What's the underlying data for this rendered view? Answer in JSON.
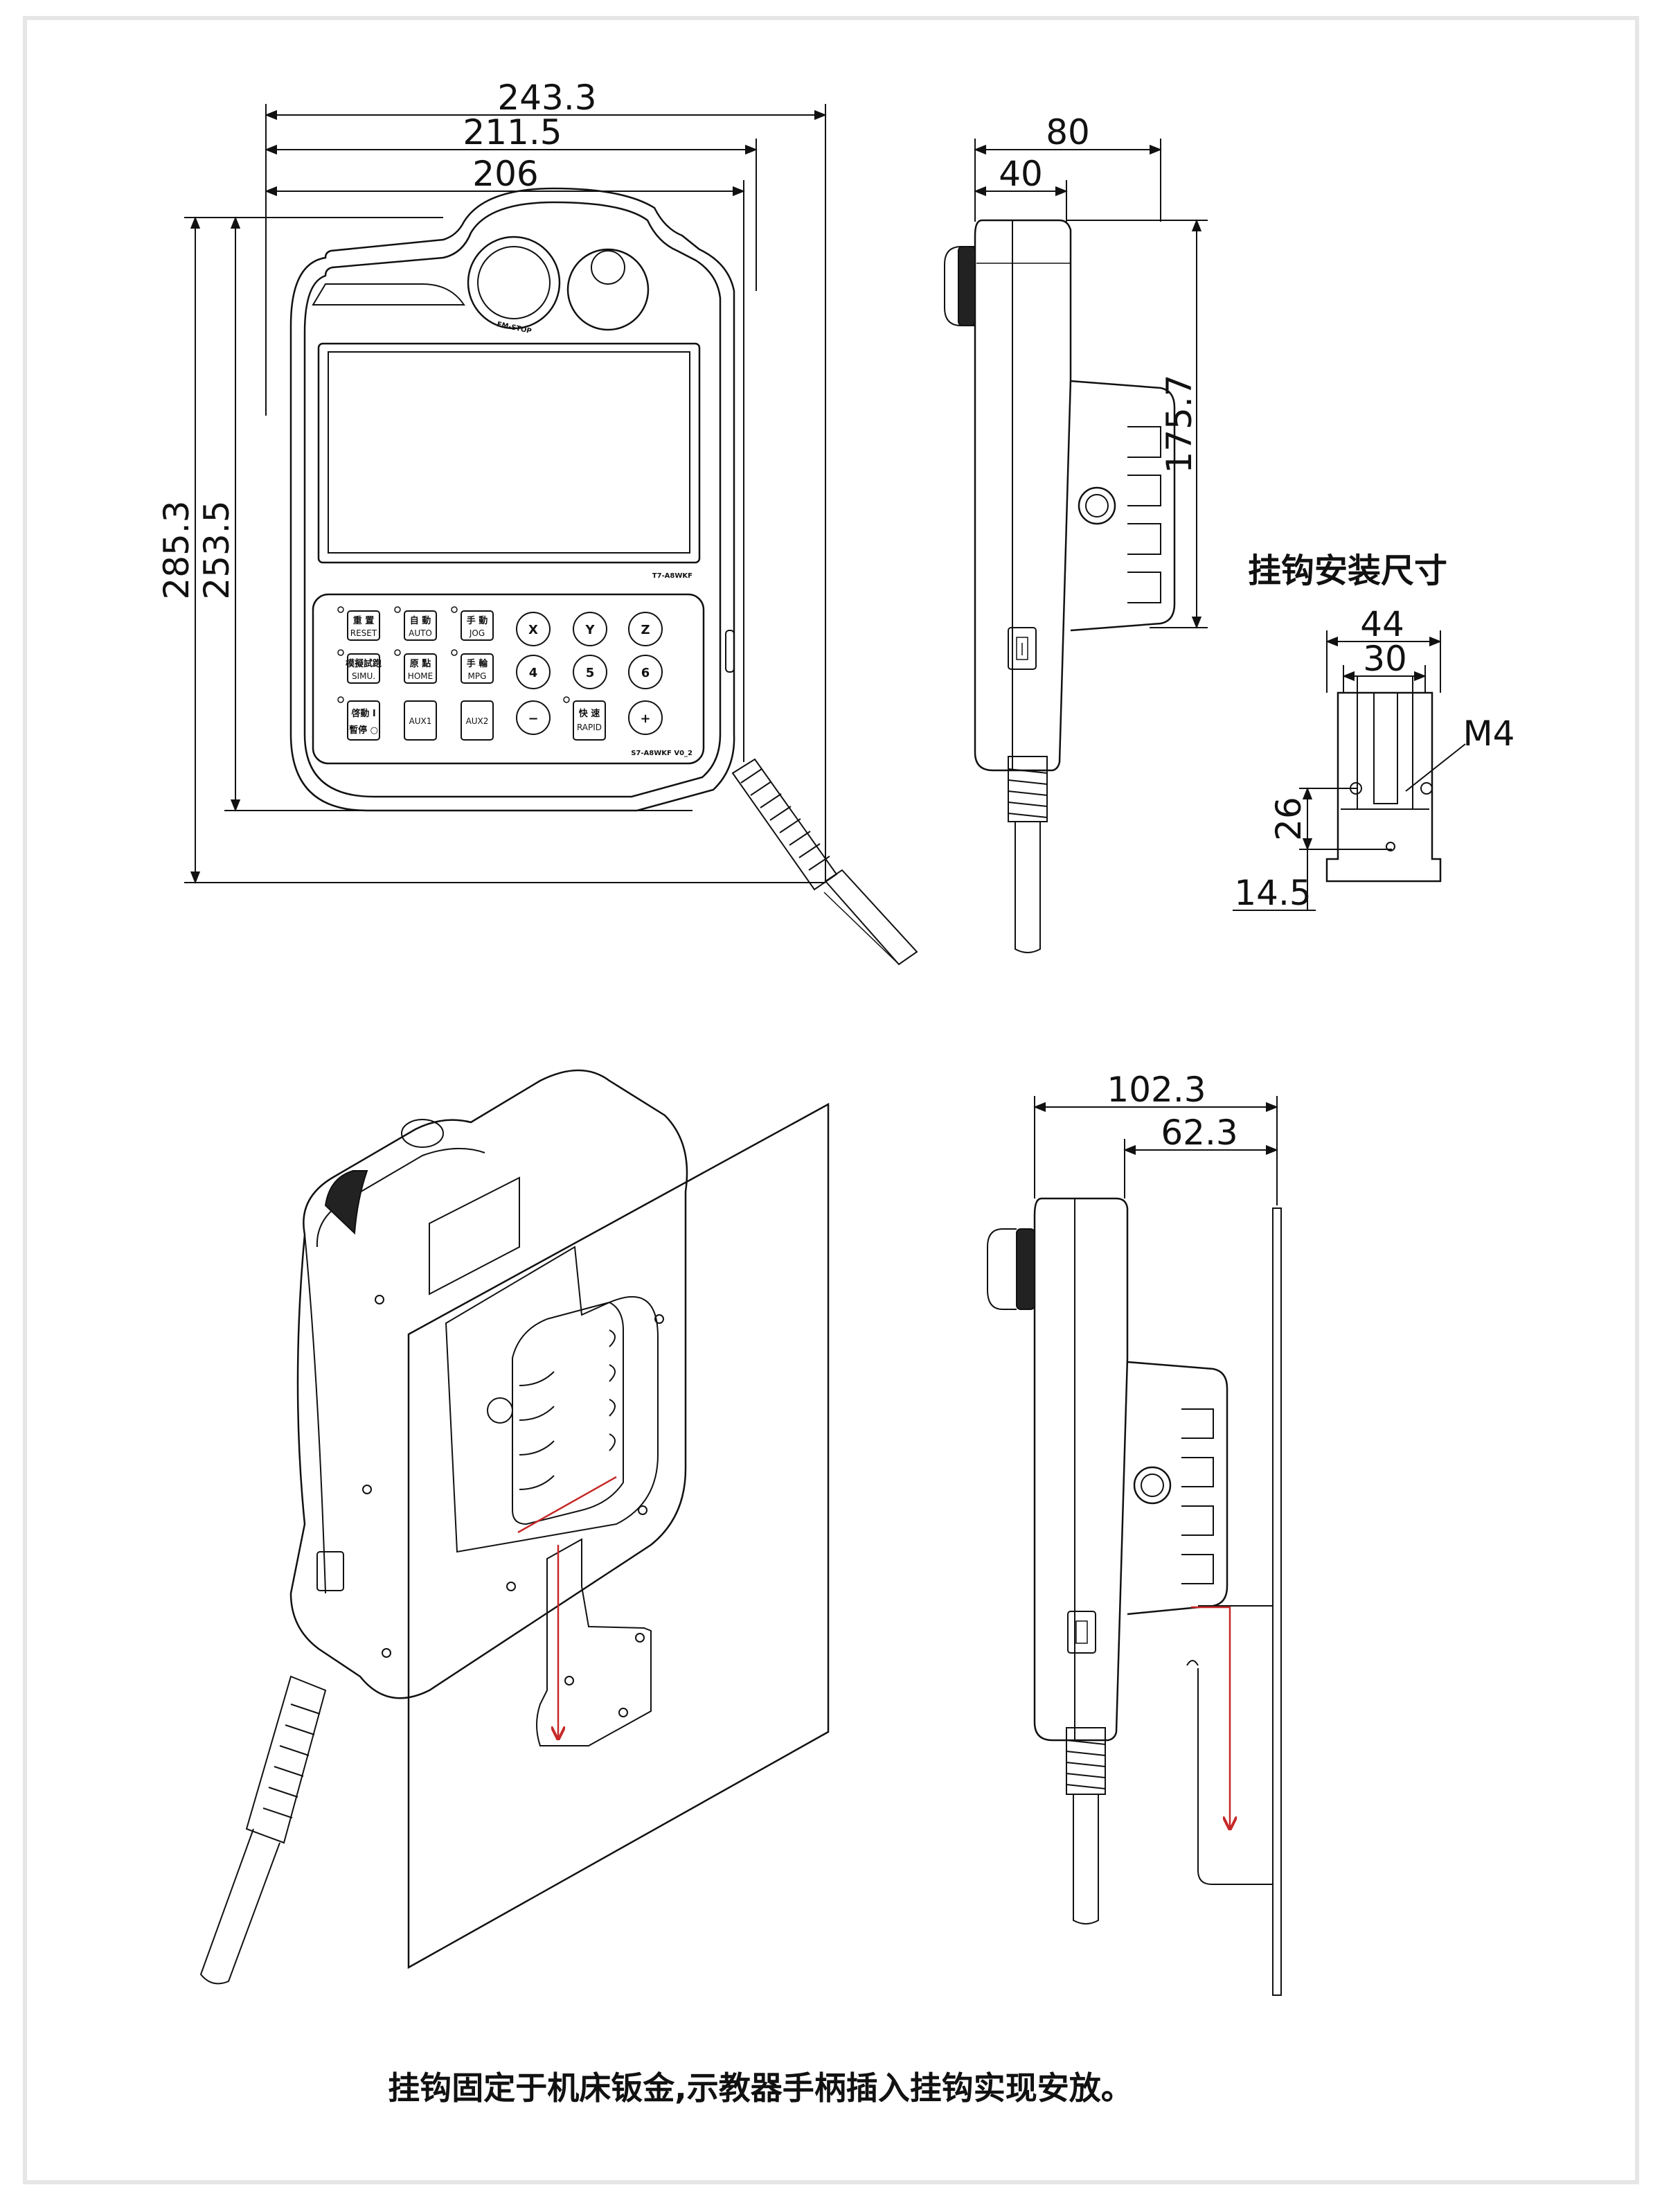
{
  "front_view": {
    "dims": {
      "w1": "243.3",
      "w2": "211.5",
      "w3": "206",
      "h1": "285.3",
      "h2": "253.5"
    },
    "estop_label": "EM-STOP",
    "model_label": "T7-A8WKF",
    "panel_label": "S7-A8WKF V0_2",
    "keys": [
      {
        "cn": "重 置",
        "en": "RESET"
      },
      {
        "cn": "自 動",
        "en": "AUTO"
      },
      {
        "cn": "手 動",
        "en": "JOG"
      },
      {
        "cn": "模擬試跑",
        "en": "SIMU."
      },
      {
        "cn": "原 點",
        "en": "HOME"
      },
      {
        "cn": "手 輪",
        "en": "MPG"
      },
      {
        "cn": "啓動 I",
        "en": "暫停 ○"
      },
      {
        "cn": "",
        "en": "AUX1"
      },
      {
        "cn": "",
        "en": "AUX2"
      },
      {
        "cn": "快 速",
        "en": "RAPID"
      }
    ],
    "round_keys": [
      "X",
      "Y",
      "Z",
      "4",
      "5",
      "6",
      "−",
      "+"
    ]
  },
  "side_view": {
    "dims": {
      "w1": "80",
      "w2": "40",
      "h1": "175.7"
    }
  },
  "hook_detail": {
    "title": "挂钩安装尺寸",
    "dims": {
      "w1": "44",
      "w2": "30",
      "thread": "M4",
      "h1": "26",
      "h2": "14.5"
    }
  },
  "mounted_side_view": {
    "dims": {
      "w1": "102.3",
      "w2": "62.3"
    }
  },
  "caption": "挂钩固定于机床钣金,示教器手柄插入挂钩实现安放。",
  "colors": {
    "line": "#111111",
    "arrow": "#c62828",
    "frame": "#e6e6e6"
  }
}
